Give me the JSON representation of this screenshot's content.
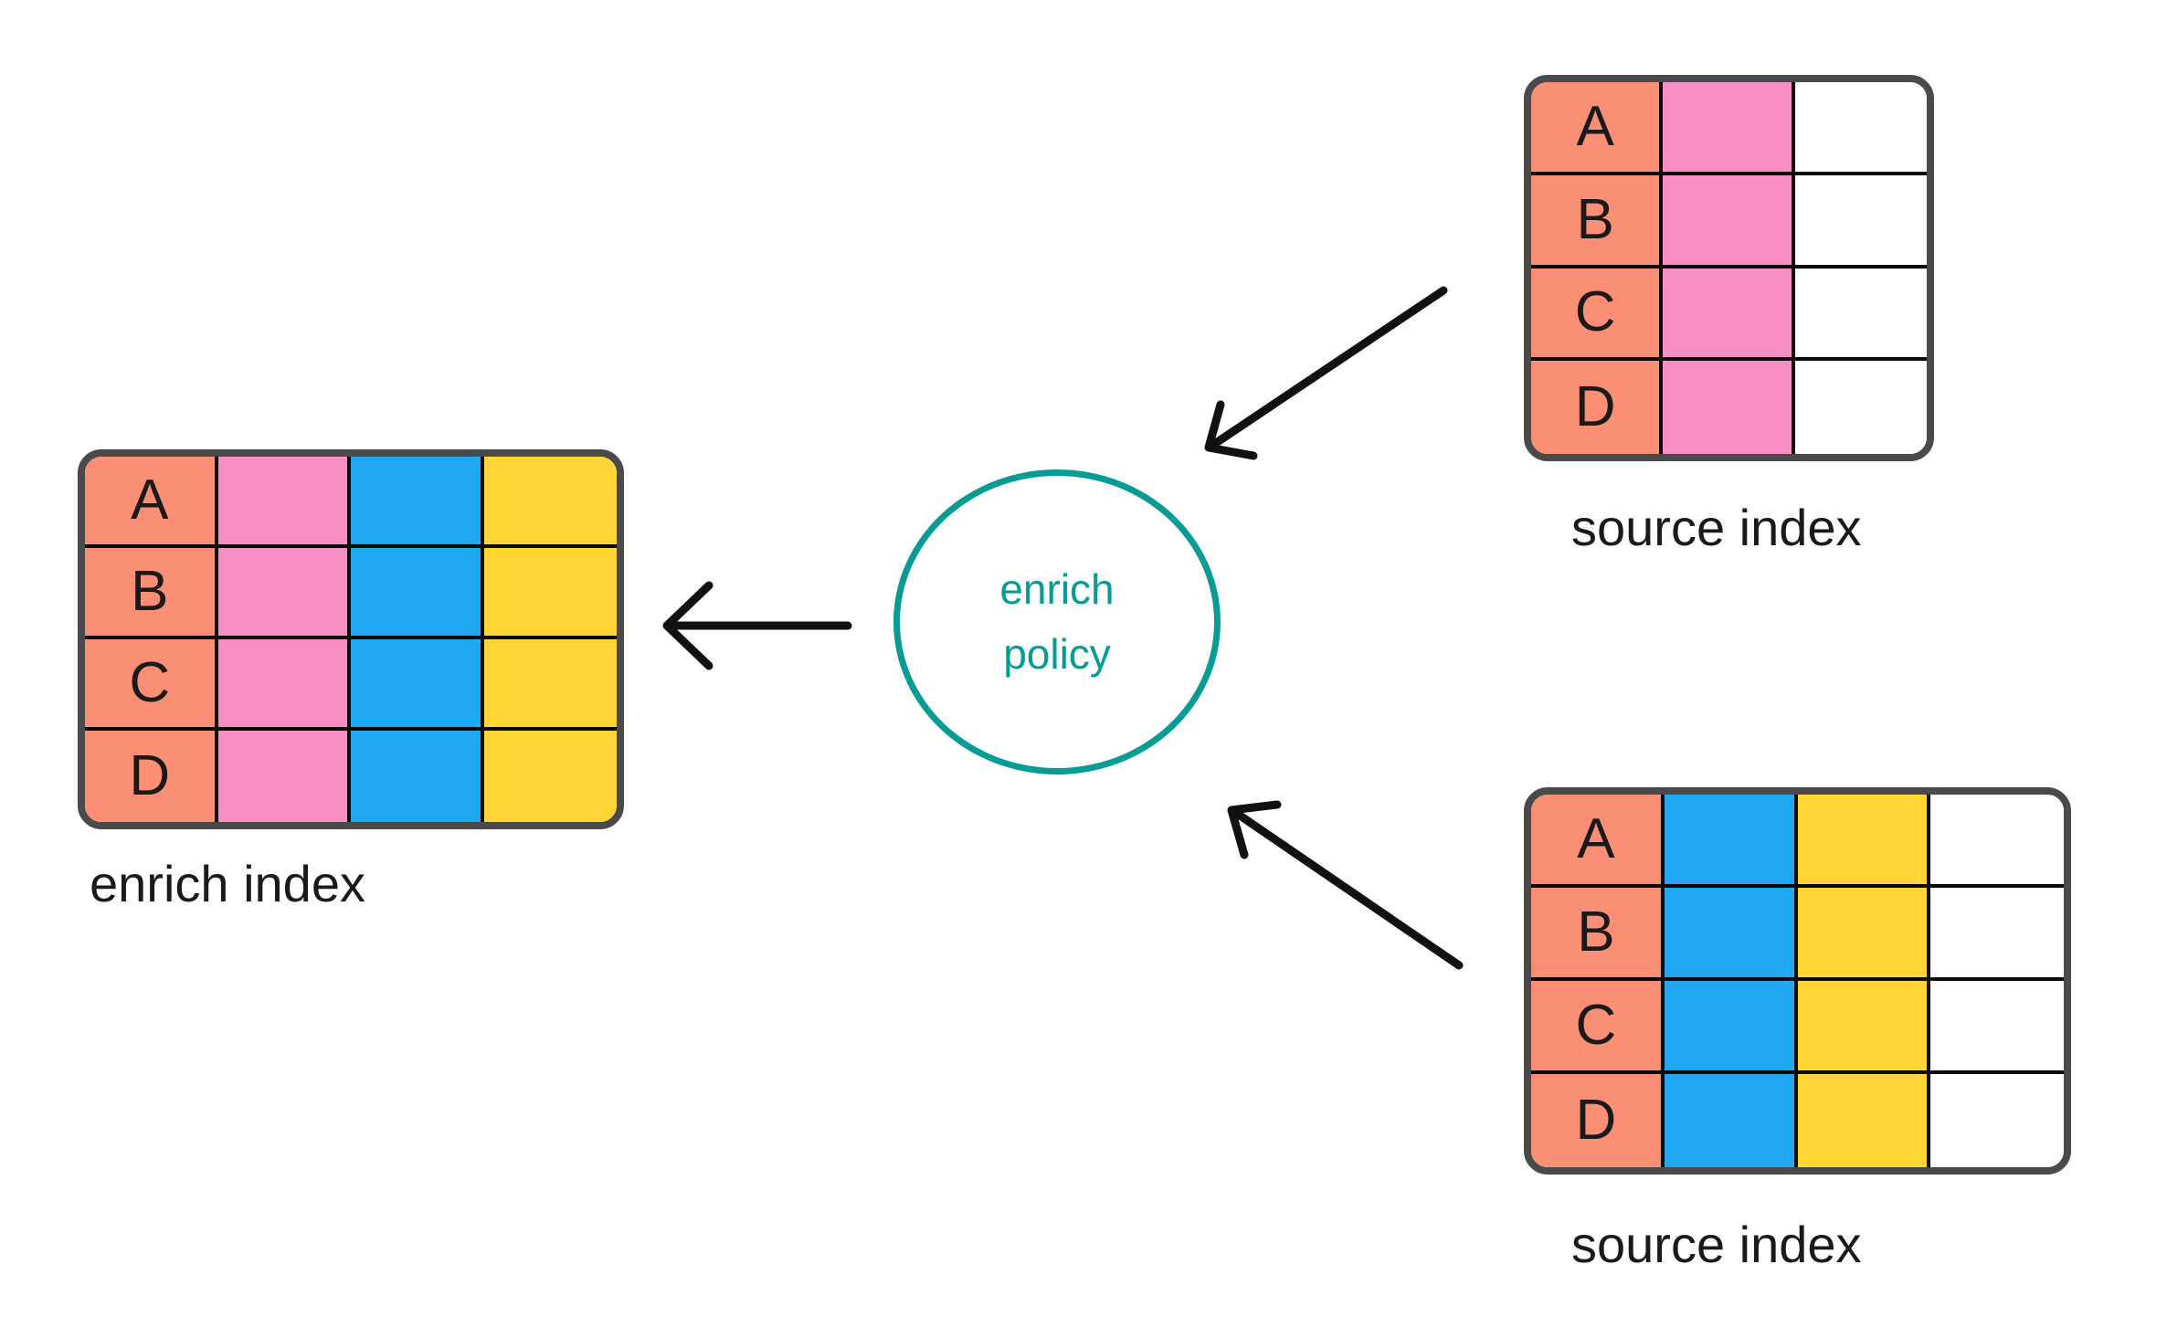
{
  "palette": {
    "salmon": "#FB8F75",
    "pink": "#F78FC5",
    "blue": "#20A8F2",
    "yellow": "#FFD636",
    "white": "#FFFFFF",
    "table_border": "#4A4A4A",
    "grid_line": "#0A0A0A",
    "teal": "#079C93",
    "arrow": "#111111",
    "text": "#1A1A1A",
    "background": "#FFFFFF"
  },
  "diagram": {
    "enrich_index": {
      "label": "enrich index",
      "row_labels": [
        "A",
        "B",
        "C",
        "D"
      ],
      "column_colors": [
        "salmon",
        "pink",
        "blue",
        "yellow"
      ]
    },
    "source_index_top": {
      "label": "source index",
      "row_labels": [
        "A",
        "B",
        "C",
        "D"
      ],
      "column_colors": [
        "salmon",
        "pink",
        "white"
      ]
    },
    "source_index_bottom": {
      "label": "source index",
      "row_labels": [
        "A",
        "B",
        "C",
        "D"
      ],
      "column_colors": [
        "salmon",
        "blue",
        "yellow",
        "white"
      ]
    },
    "enrich_policy": {
      "line1": "enrich",
      "line2": "policy"
    }
  }
}
